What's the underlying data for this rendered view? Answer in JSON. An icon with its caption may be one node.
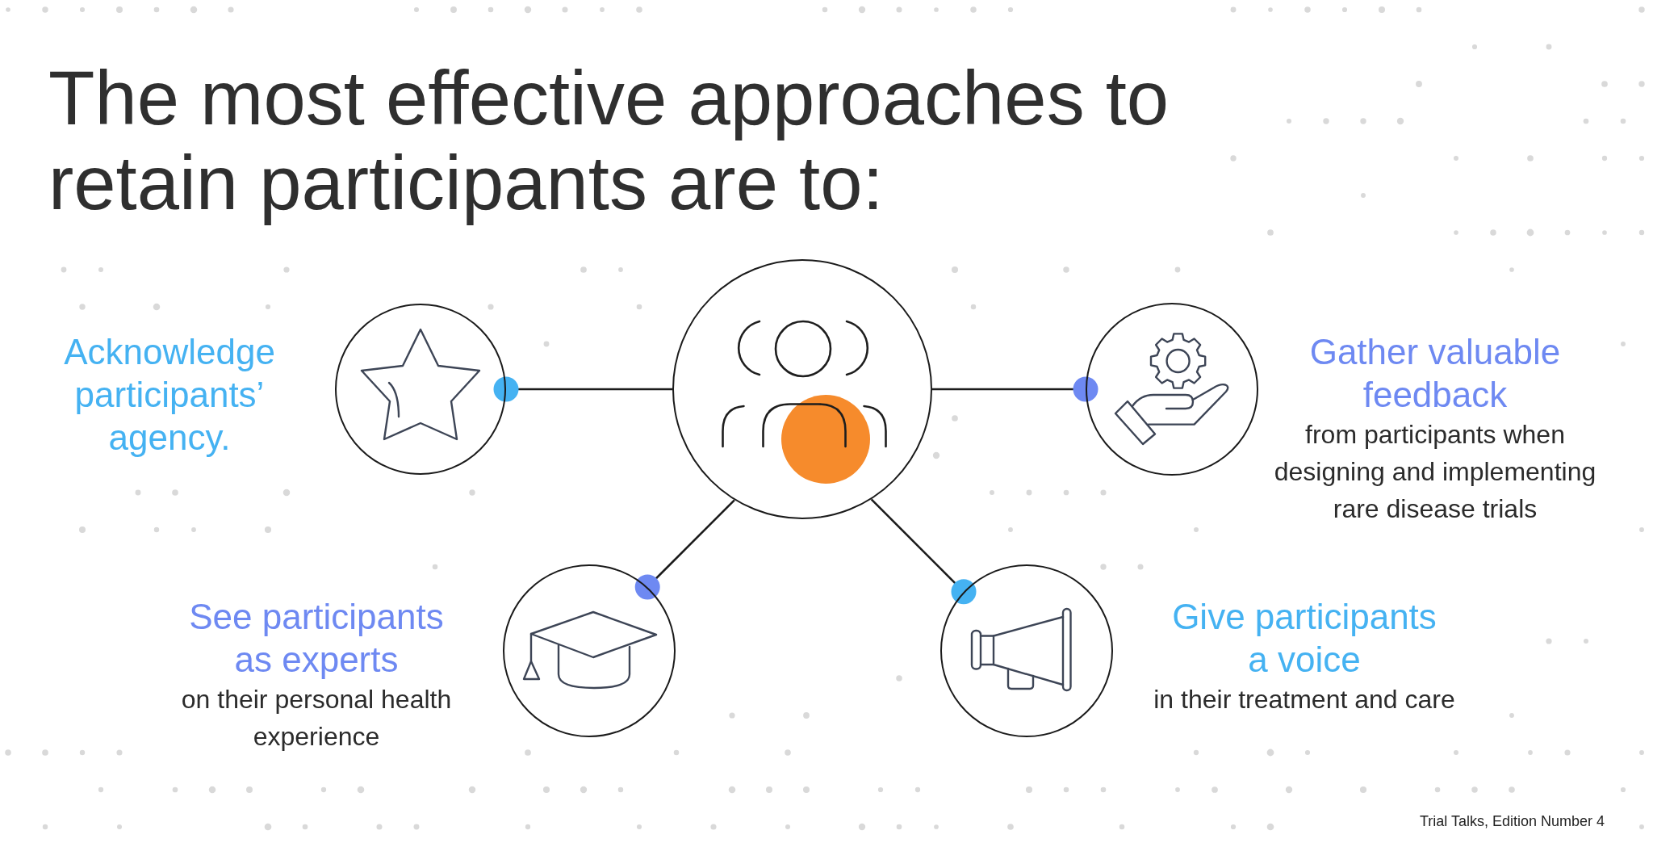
{
  "diagram": {
    "title": "The most effective approaches to retain participants are to:",
    "nodes": [
      {
        "text": [],
        "shape": "circle",
        "beside": [
          "Acknowledge participants’ agency."
        ]
      },
      {
        "text": [],
        "shape": "circle"
      },
      {
        "text": [],
        "shape": "circle",
        "beside": [
          "Gather valuable feedback",
          "from participants when designing and implementing rare disease trials"
        ]
      },
      {
        "text": [],
        "shape": "circle",
        "beside": [
          "See participants as experts",
          "on their personal health experience"
        ]
      },
      {
        "text": [],
        "shape": "circle",
        "beside": [
          "Give participants a voice",
          "in their treatment and care"
        ]
      }
    ],
    "edges": [
      {
        "from": 1,
        "to": 0,
        "arrow": "other"
      },
      {
        "from": 1,
        "to": 2,
        "arrow": "other"
      },
      {
        "from": 1,
        "to": 3,
        "arrow": "other"
      },
      {
        "from": 1,
        "to": 4,
        "arrow": "other"
      }
    ],
    "labels": [
      "Trial Talks, Edition Number 4"
    ]
  }
}
